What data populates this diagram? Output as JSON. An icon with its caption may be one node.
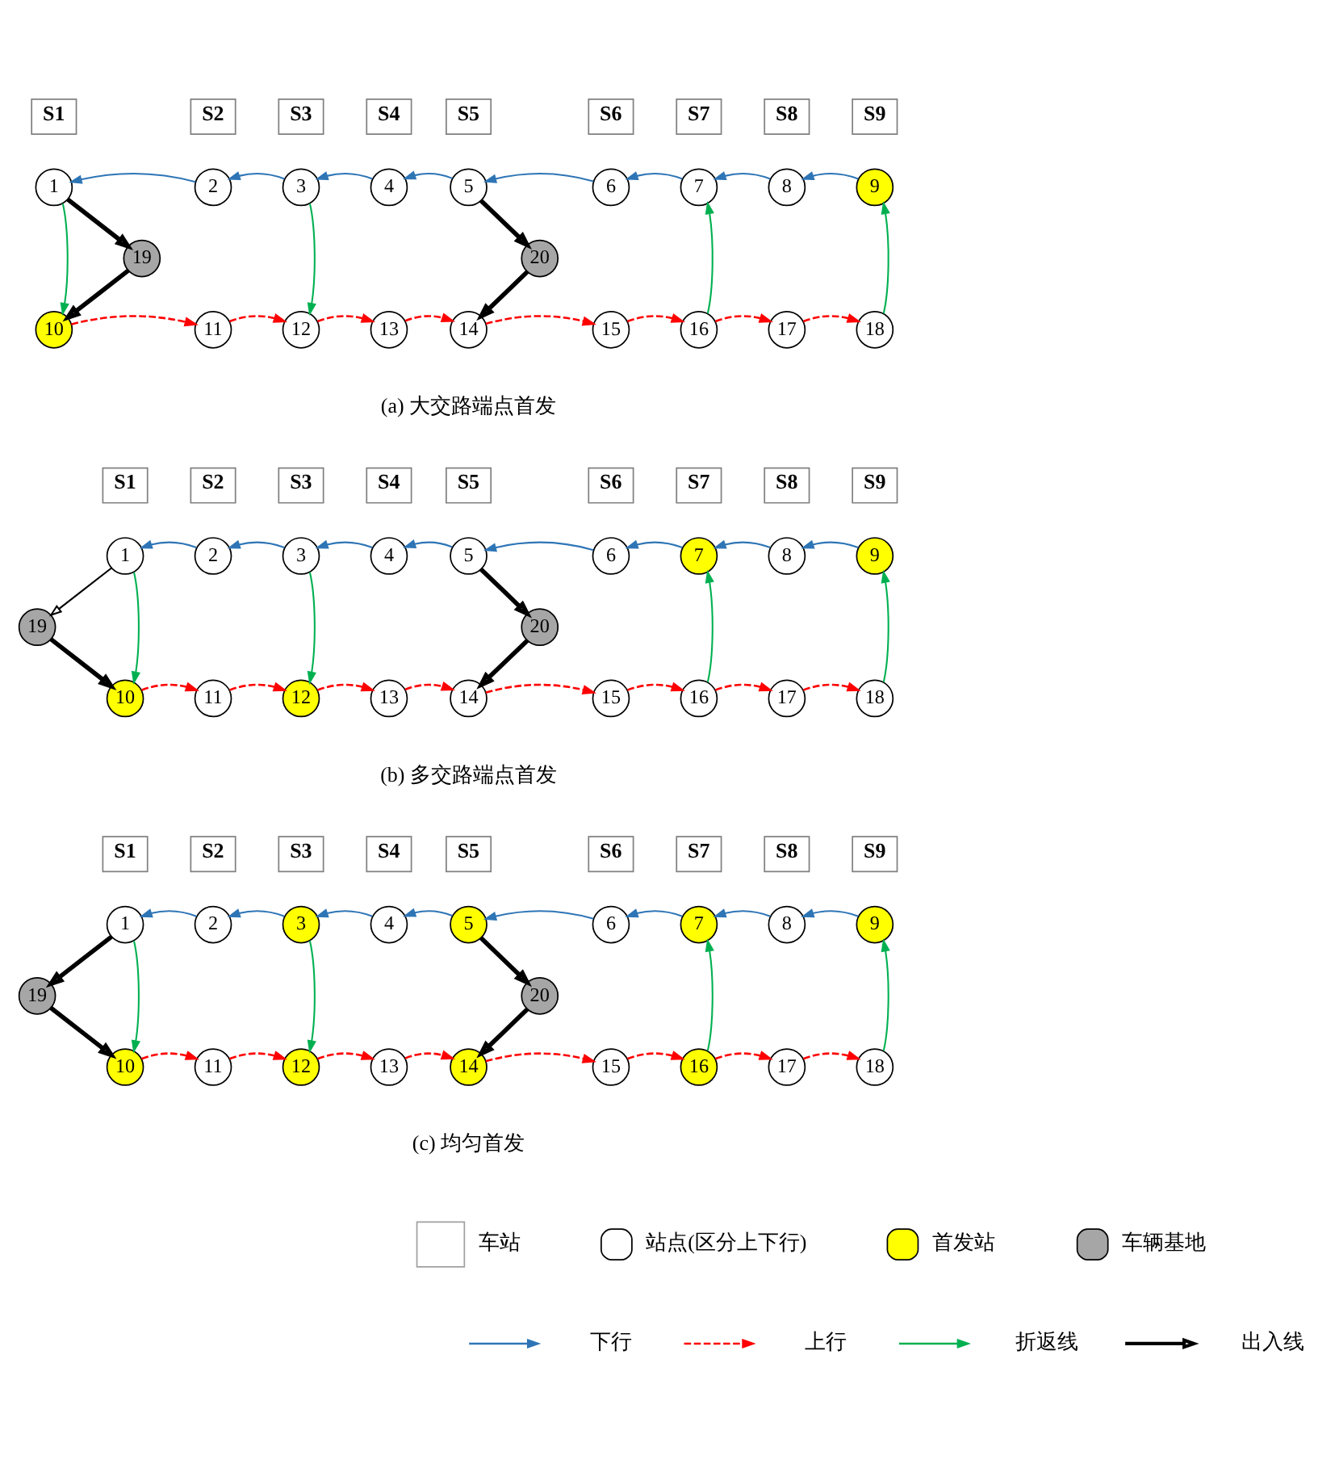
{
  "diagram": {
    "nodes": [
      {
        "text": [
          "S1"
        ]
      },
      {
        "text": [
          "S2"
        ]
      },
      {
        "text": [
          "S3"
        ]
      },
      {
        "text": [
          "S4"
        ]
      },
      {
        "text": [
          "S5"
        ]
      },
      {
        "text": [
          "S6"
        ]
      },
      {
        "text": [
          "S7"
        ]
      },
      {
        "text": [
          "S8"
        ]
      },
      {
        "text": [
          "S9"
        ]
      },
      {
        "text": [
          "1"
        ]
      },
      {
        "text": [
          "2"
        ]
      },
      {
        "text": [
          "3"
        ]
      },
      {
        "text": [
          "4"
        ]
      },
      {
        "text": [
          "5"
        ]
      },
      {
        "text": [
          "6"
        ]
      },
      {
        "text": [
          "7"
        ]
      },
      {
        "text": [
          "8"
        ]
      },
      {
        "text": [
          "9"
        ]
      },
      {
        "text": [
          "19"
        ]
      },
      {
        "text": [
          "20"
        ]
      },
      {
        "text": [
          "10"
        ]
      },
      {
        "text": [
          "11"
        ]
      },
      {
        "text": [
          "12"
        ]
      },
      {
        "text": [
          "13"
        ]
      },
      {
        "text": [
          "14"
        ]
      },
      {
        "text": [
          "15"
        ]
      },
      {
        "text": [
          "16"
        ]
      },
      {
        "text": [
          "17"
        ]
      },
      {
        "text": [
          "18"
        ]
      },
      {
        "text": [
          "S1"
        ]
      },
      {
        "text": [
          "S2"
        ]
      },
      {
        "text": [
          "S3"
        ]
      },
      {
        "text": [
          "S4"
        ]
      },
      {
        "text": [
          "S5"
        ]
      },
      {
        "text": [
          "S6"
        ]
      },
      {
        "text": [
          "S7"
        ]
      },
      {
        "text": [
          "S8"
        ]
      },
      {
        "text": [
          "S9"
        ]
      },
      {
        "text": [
          "1"
        ]
      },
      {
        "text": [
          "2"
        ]
      },
      {
        "text": [
          "3"
        ]
      },
      {
        "text": [
          "4"
        ]
      },
      {
        "text": [
          "5"
        ]
      },
      {
        "text": [
          "6"
        ]
      },
      {
        "text": [
          "7"
        ]
      },
      {
        "text": [
          "8"
        ]
      },
      {
        "text": [
          "9"
        ]
      },
      {
        "text": [
          "19"
        ]
      },
      {
        "text": [
          "20"
        ]
      },
      {
        "text": [
          "10"
        ]
      },
      {
        "text": [
          "11"
        ]
      },
      {
        "text": [
          "12"
        ]
      },
      {
        "text": [
          "13"
        ]
      },
      {
        "text": [
          "14"
        ]
      },
      {
        "text": [
          "15"
        ]
      },
      {
        "text": [
          "16"
        ]
      },
      {
        "text": [
          "17"
        ]
      },
      {
        "text": [
          "18"
        ]
      },
      {
        "text": [
          "S1"
        ]
      },
      {
        "text": [
          "S2"
        ]
      },
      {
        "text": [
          "S3"
        ]
      },
      {
        "text": [
          "S4"
        ]
      },
      {
        "text": [
          "S5"
        ]
      },
      {
        "text": [
          "S6"
        ]
      },
      {
        "text": [
          "S7"
        ]
      },
      {
        "text": [
          "S8"
        ]
      },
      {
        "text": [
          "S9"
        ]
      },
      {
        "text": [
          "1"
        ]
      },
      {
        "text": [
          "2"
        ]
      },
      {
        "text": [
          "3"
        ]
      },
      {
        "text": [
          "4"
        ]
      },
      {
        "text": [
          "5"
        ]
      },
      {
        "text": [
          "6"
        ]
      },
      {
        "text": [
          "7"
        ]
      },
      {
        "text": [
          "8"
        ]
      },
      {
        "text": [
          "9"
        ]
      },
      {
        "text": [
          "19"
        ]
      },
      {
        "text": [
          "20"
        ]
      },
      {
        "text": [
          "10"
        ]
      },
      {
        "text": [
          "11"
        ]
      },
      {
        "text": [
          "12"
        ]
      },
      {
        "text": [
          "13"
        ]
      },
      {
        "text": [
          "14"
        ]
      },
      {
        "text": [
          "15"
        ]
      },
      {
        "text": [
          "16"
        ]
      },
      {
        "text": [
          "17"
        ]
      },
      {
        "text": [
          "18"
        ]
      }
    ],
    "edges": [
      {
        "from": 10,
        "to": 9,
        "arrow": "to",
        "color": "#2e75b6"
      },
      {
        "from": 11,
        "to": 10,
        "arrow": "to",
        "color": "#2e75b6"
      },
      {
        "from": 12,
        "to": 11,
        "arrow": "to",
        "color": "#2e75b6"
      },
      {
        "from": 13,
        "to": 12,
        "arrow": "to",
        "color": "#2e75b6"
      },
      {
        "from": 14,
        "to": 13,
        "arrow": "to",
        "color": "#2e75b6"
      },
      {
        "from": 15,
        "to": 14,
        "arrow": "to",
        "color": "#2e75b6"
      },
      {
        "from": 16,
        "to": 15,
        "arrow": "to",
        "color": "#2e75b6"
      },
      {
        "from": 17,
        "to": 16,
        "arrow": "to",
        "color": "#2e75b6"
      },
      {
        "from": 20,
        "to": 21,
        "arrow": "to",
        "style": "dashed",
        "color": "#ff0000"
      },
      {
        "from": 21,
        "to": 22,
        "arrow": "to",
        "style": "dashed",
        "color": "#ff0000"
      },
      {
        "from": 22,
        "to": 23,
        "arrow": "to",
        "style": "dashed",
        "color": "#ff0000"
      },
      {
        "from": 23,
        "to": 24,
        "arrow": "to",
        "style": "dashed",
        "color": "#ff0000"
      },
      {
        "from": 24,
        "to": 25,
        "arrow": "to",
        "style": "dashed",
        "color": "#ff0000"
      },
      {
        "from": 25,
        "to": 26,
        "arrow": "to",
        "style": "dashed",
        "color": "#ff0000"
      },
      {
        "from": 26,
        "to": 27,
        "arrow": "to",
        "style": "dashed",
        "color": "#ff0000"
      },
      {
        "from": 27,
        "to": 28,
        "arrow": "to",
        "style": "dashed",
        "color": "#ff0000"
      },
      {
        "from": 9,
        "to": 20,
        "arrow": "to",
        "color": "#00b050"
      },
      {
        "from": 11,
        "to": 22,
        "arrow": "to",
        "color": "#00b050"
      },
      {
        "from": 26,
        "to": 15,
        "arrow": "to",
        "color": "#00b050"
      },
      {
        "from": 28,
        "to": 17,
        "arrow": "to",
        "color": "#00b050"
      },
      {
        "from": 9,
        "to": 18,
        "arrow": "to",
        "style": "thick",
        "color": "#000000"
      },
      {
        "from": 18,
        "to": 20,
        "arrow": "to",
        "style": "thick",
        "color": "#000000"
      },
      {
        "from": 13,
        "to": 19,
        "arrow": "to",
        "style": "thick",
        "color": "#000000"
      },
      {
        "from": 19,
        "to": 24,
        "arrow": "to",
        "style": "thick",
        "color": "#000000"
      },
      {
        "from": 39,
        "to": 38,
        "arrow": "to",
        "color": "#2e75b6"
      },
      {
        "from": 40,
        "to": 39,
        "arrow": "to",
        "color": "#2e75b6"
      },
      {
        "from": 41,
        "to": 40,
        "arrow": "to",
        "color": "#2e75b6"
      },
      {
        "from": 42,
        "to": 41,
        "arrow": "to",
        "color": "#2e75b6"
      },
      {
        "from": 43,
        "to": 42,
        "arrow": "to",
        "color": "#2e75b6"
      },
      {
        "from": 44,
        "to": 43,
        "arrow": "to",
        "color": "#2e75b6"
      },
      {
        "from": 45,
        "to": 44,
        "arrow": "to",
        "color": "#2e75b6"
      },
      {
        "from": 46,
        "to": 45,
        "arrow": "to",
        "color": "#2e75b6"
      },
      {
        "from": 49,
        "to": 50,
        "arrow": "to",
        "style": "dashed",
        "color": "#ff0000"
      },
      {
        "from": 50,
        "to": 51,
        "arrow": "to",
        "style": "dashed",
        "color": "#ff0000"
      },
      {
        "from": 51,
        "to": 52,
        "arrow": "to",
        "style": "dashed",
        "color": "#ff0000"
      },
      {
        "from": 52,
        "to": 53,
        "arrow": "to",
        "style": "dashed",
        "color": "#ff0000"
      },
      {
        "from": 53,
        "to": 54,
        "arrow": "to",
        "style": "dashed",
        "color": "#ff0000"
      },
      {
        "from": 54,
        "to": 55,
        "arrow": "to",
        "style": "dashed",
        "color": "#ff0000"
      },
      {
        "from": 55,
        "to": 56,
        "arrow": "to",
        "style": "dashed",
        "color": "#ff0000"
      },
      {
        "from": 56,
        "to": 57,
        "arrow": "to",
        "style": "dashed",
        "color": "#ff0000"
      },
      {
        "from": 38,
        "to": 49,
        "arrow": "to",
        "color": "#00b050"
      },
      {
        "from": 40,
        "to": 51,
        "arrow": "to",
        "color": "#00b050"
      },
      {
        "from": 55,
        "to": 44,
        "arrow": "to",
        "color": "#00b050"
      },
      {
        "from": 57,
        "to": 46,
        "arrow": "to",
        "color": "#00b050"
      },
      {
        "from": 38,
        "to": 47,
        "arrow": "to",
        "color": "#000000"
      },
      {
        "from": 47,
        "to": 49,
        "arrow": "to",
        "style": "thick",
        "color": "#000000"
      },
      {
        "from": 42,
        "to": 48,
        "arrow": "to",
        "style": "thick",
        "color": "#000000"
      },
      {
        "from": 48,
        "to": 53,
        "arrow": "to",
        "style": "thick",
        "color": "#000000"
      },
      {
        "from": 68,
        "to": 67,
        "arrow": "to",
        "color": "#2e75b6"
      },
      {
        "from": 69,
        "to": 68,
        "arrow": "to",
        "color": "#2e75b6"
      },
      {
        "from": 70,
        "to": 69,
        "arrow": "to",
        "color": "#2e75b6"
      },
      {
        "from": 71,
        "to": 70,
        "arrow": "to",
        "color": "#2e75b6"
      },
      {
        "from": 72,
        "to": 71,
        "arrow": "to",
        "color": "#2e75b6"
      },
      {
        "from": 73,
        "to": 72,
        "arrow": "to",
        "color": "#2e75b6"
      },
      {
        "from": 74,
        "to": 73,
        "arrow": "to",
        "color": "#2e75b6"
      },
      {
        "from": 75,
        "to": 74,
        "arrow": "to",
        "color": "#2e75b6"
      },
      {
        "from": 78,
        "to": 79,
        "arrow": "to",
        "style": "dashed",
        "color": "#ff0000"
      },
      {
        "from": 79,
        "to": 80,
        "arrow": "to",
        "style": "dashed",
        "color": "#ff0000"
      },
      {
        "from": 80,
        "to": 81,
        "arrow": "to",
        "style": "dashed",
        "color": "#ff0000"
      },
      {
        "from": 81,
        "to": 82,
        "arrow": "to",
        "style": "dashed",
        "color": "#ff0000"
      },
      {
        "from": 82,
        "to": 83,
        "arrow": "to",
        "style": "dashed",
        "color": "#ff0000"
      },
      {
        "from": 83,
        "to": 84,
        "arrow": "to",
        "style": "dashed",
        "color": "#ff0000"
      },
      {
        "from": 84,
        "to": 85,
        "arrow": "to",
        "style": "dashed",
        "color": "#ff0000"
      },
      {
        "from": 85,
        "to": 86,
        "arrow": "to",
        "style": "dashed",
        "color": "#ff0000"
      },
      {
        "from": 67,
        "to": 78,
        "arrow": "to",
        "color": "#00b050"
      },
      {
        "from": 69,
        "to": 80,
        "arrow": "to",
        "color": "#00b050"
      },
      {
        "from": 84,
        "to": 73,
        "arrow": "to",
        "color": "#00b050"
      },
      {
        "from": 86,
        "to": 75,
        "arrow": "to",
        "color": "#00b050"
      },
      {
        "from": 67,
        "to": 76,
        "arrow": "to",
        "style": "thick",
        "color": "#000000"
      },
      {
        "from": 76,
        "to": 78,
        "arrow": "to",
        "style": "thick",
        "color": "#000000"
      },
      {
        "from": 71,
        "to": 77,
        "arrow": "to",
        "style": "thick",
        "color": "#000000"
      },
      {
        "from": 77,
        "to": 82,
        "arrow": "to",
        "style": "thick",
        "color": "#000000"
      }
    ],
    "labels": [
      "(a) 大交路端点首发",
      "(b) 多交路端点首发",
      "(c) 均匀首发"
    ],
    "legend": [
      {
        "text": "车站"
      },
      {
        "text": "站点(区分上下行)"
      },
      {
        "text": "首发站",
        "color": "#ffff00"
      },
      {
        "text": "车辆基地",
        "color": "#a6a6a6"
      },
      {
        "text": "下行"
      },
      {
        "text": "上行"
      },
      {
        "text": "折返线"
      },
      {
        "text": "出入线"
      }
    ]
  }
}
